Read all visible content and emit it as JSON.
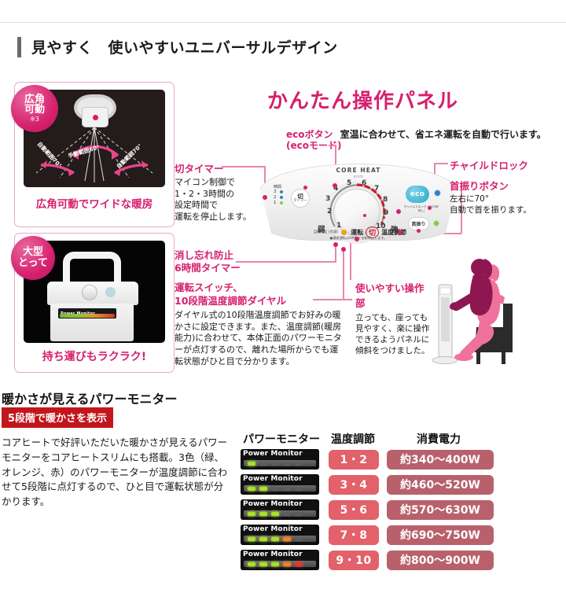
{
  "section": {
    "heading": "見やすく　使いやすいユニバーサルデザイン"
  },
  "left_panels": {
    "wide": {
      "badge_line1": "広角",
      "badge_line2": "可動",
      "badge_note": "※3",
      "caption": "広角可動でワイドな暖房",
      "angle_labels": {
        "left": "自動範囲70°",
        "center": "手動範囲60°",
        "right": "自動範囲70°"
      }
    },
    "handle": {
      "badge_line1": "大型",
      "badge_line2": "とって",
      "caption": "持ち運びもラクラク!",
      "monitor_label": "Power Monitor"
    }
  },
  "control_panel": {
    "title": "かんたん操作パネル",
    "eco_note": {
      "key": "ecoボタン",
      "key2": "(ecoモード)",
      "value": "室温に合わせて、省エネ運転を自動で行います。"
    },
    "device": {
      "brand": "CORE HEAT",
      "brand_sub": "slim",
      "dial_numbers": [
        "1",
        "2",
        "3",
        "4",
        "5",
        "6",
        "7",
        "8",
        "9",
        "10"
      ],
      "dial_weak": "弱",
      "dial_strong": "強",
      "timer_header": "時間",
      "timer_rows": [
        "3",
        "2",
        "1"
      ],
      "timer_button_line1": "切",
      "timer_button_line2": "タイマー",
      "eco_button": "eco",
      "child_lock_small": "チャイルドロック\n(点灯3秒押し)",
      "swing_button": "首振り",
      "auto_stop_small": "自動停止\n(点滅)",
      "run_label": "運転",
      "off_label": "切",
      "temp_label": "温度調節",
      "footnote": "●通常運転は6時間で自動停止します。"
    },
    "annotations": {
      "timer": {
        "title": "切タイマー",
        "body": "マイコン制御で\n1・2・3時間の\n設定時間で\n運転を停止します。"
      },
      "six_hour": {
        "title": "消し忘れ防止\n6時間タイマー"
      },
      "switch_dial": {
        "title": "運転スイッチ、\n10段階温度調節ダイヤル",
        "body": "ダイヤル式の10段階温度調節でお好みの暖かさに設定できます。また、温度調節(暖房能力)に合わせて、本体正面のパワーモニターが点灯するので、離れた場所からでも運転状態がひと目で分かります。"
      },
      "child_lock": {
        "title": "チャイルドロック"
      },
      "swing": {
        "title": "首振りボタン",
        "body": "左右に70°\n自動で首を振ります。"
      },
      "easy_use": {
        "title": "使いやすい操作部",
        "body": "立っても、座っても見やすく、楽に操作できるようパネルに傾斜をつけました。"
      }
    }
  },
  "power_monitor": {
    "title": "暖かさが見えるパワーモニター",
    "tag": "5段階で暖かさを表示",
    "body": "コアヒートで好評いただいた暖かさが見えるパワーモニターをコアヒートスリムにも搭載。3色（緑、オレンジ、赤）のパワーモニターが温度調節に合わせて5段階に点灯するので、ひと目で運転状態が分かります。",
    "table": {
      "headers": [
        "パワーモニター",
        "温度調節",
        "消費電力"
      ],
      "monitor_label": "Power Monitor",
      "rows": [
        {
          "temp": "1・2",
          "watt": "約340〜400W",
          "leds": [
            "g",
            "off",
            "off",
            "off",
            "off"
          ]
        },
        {
          "temp": "3・4",
          "watt": "約460〜520W",
          "leds": [
            "g",
            "g",
            "off",
            "off",
            "off"
          ]
        },
        {
          "temp": "5・6",
          "watt": "約570〜630W",
          "leds": [
            "g",
            "g",
            "g",
            "off",
            "off"
          ]
        },
        {
          "temp": "7・8",
          "watt": "約690〜750W",
          "leds": [
            "g",
            "g",
            "g",
            "o",
            "off"
          ]
        },
        {
          "temp": "9・10",
          "watt": "約800〜900W",
          "leds": [
            "g",
            "g",
            "g",
            "o",
            "r"
          ]
        }
      ]
    }
  },
  "colors": {
    "accent_pink": "#d6206e",
    "tag_red": "#c2161c",
    "pill_temp": "#e2616a",
    "pill_watt": "#b8616c"
  }
}
